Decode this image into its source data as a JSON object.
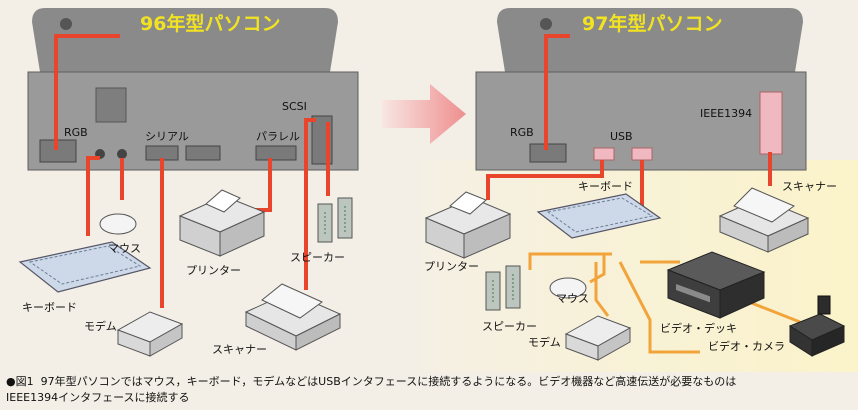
{
  "left_title": "96年型パソコン",
  "right_title": "97年型パソコン",
  "left": {
    "ports": {
      "rgb": "RGB",
      "serial": "シリアル",
      "parallel": "パラレル",
      "scsi": "SCSI"
    },
    "devices": {
      "mouse": "マウス",
      "keyboard": "キーボード",
      "modem": "モデム",
      "printer": "プリンター",
      "speaker": "スピーカー",
      "scanner": "スキャナー"
    }
  },
  "right": {
    "ports": {
      "rgb": "RGB",
      "usb": "USB",
      "ieee": "IEEE1394"
    },
    "devices": {
      "keyboard": "キーボード",
      "printer": "プリンター",
      "speaker": "スピーカー",
      "mouse": "マウス",
      "modem": "モデム",
      "scanner": "スキャナー",
      "video_deck": "ビデオ・デッキ",
      "video_camera": "ビデオ・カメラ"
    }
  },
  "caption": {
    "marker": "●図1",
    "line1": "97年型パソコンではマウス，キーボード，モデムなどはUSBインタフェースに接続するようになる。ビデオ機器など高速伝送が必要なものは",
    "line2": "IEEE1394インタフェースに接続する"
  },
  "colors": {
    "legacy_cable": "#e8452c",
    "usb_cable": "#f2a43a",
    "title_text": "#f2e322",
    "pc_body": "#8f8f8f",
    "arrow": "#f2a9a9"
  }
}
